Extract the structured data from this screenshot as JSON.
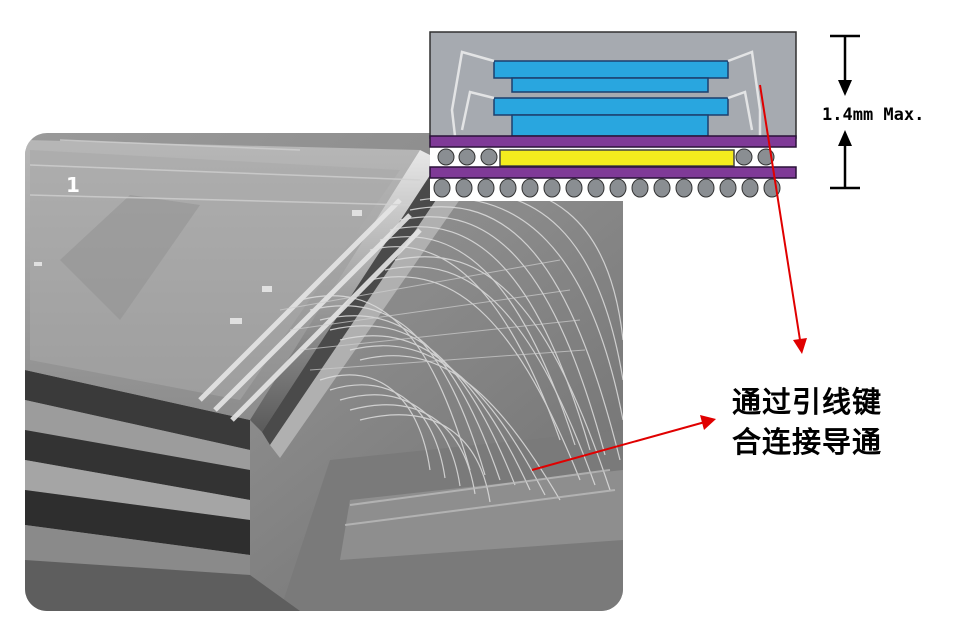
{
  "photo": {
    "index_label": "1"
  },
  "cross_section": {
    "height_label": "1.4mm Max.",
    "colors": {
      "package_fill": "#a6aab0",
      "die": "#29a6df",
      "controller_die": "#f4ec1e",
      "substrate": "#7f3a97",
      "solder_ball": "#8a8e92",
      "wire": "#dedfe0"
    }
  },
  "annotation": {
    "caption_line1": "通过引线键",
    "caption_line2": "合连接导通",
    "arrow_color": "#e00000"
  }
}
